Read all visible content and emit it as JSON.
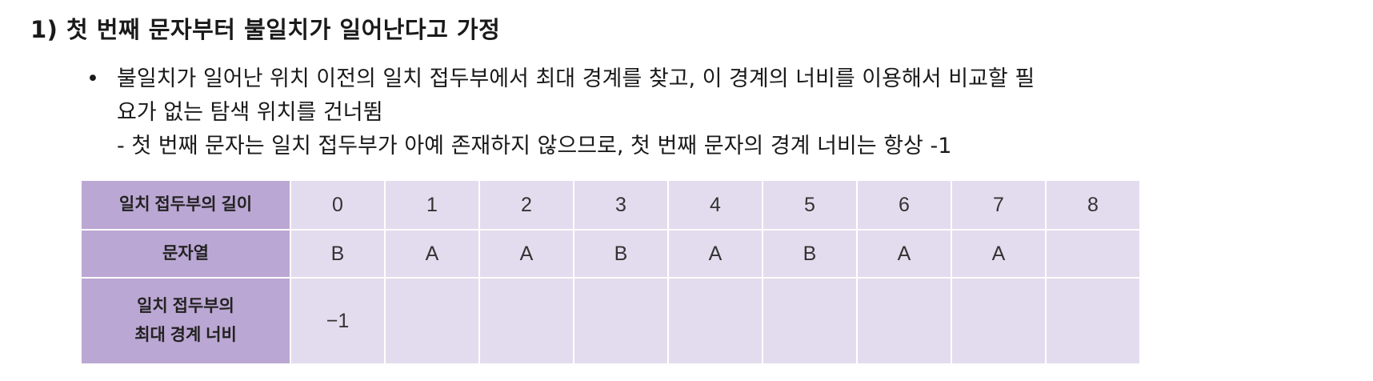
{
  "heading": "1)  첫 번째 문자부터 불일치가 일어난다고 가정",
  "bullet": {
    "marker": "•",
    "line1": "불일치가 일어난 위치 이전의 일치 접두부에서 최대 경계를 찾고, 이 경계의 너비를 이용해서 비교할 필",
    "line2": "요가 없는 탐색 위치를 건너뜀",
    "sub": "- 첫 번째 문자는 일치 접두부가 아예 존재하지 않으므로, 첫 번째 문자의 경계 너비는 항상 -1"
  },
  "table": {
    "row1_header": "일치 접두부의 길이",
    "row1": [
      "0",
      "1",
      "2",
      "3",
      "4",
      "5",
      "6",
      "7",
      "8"
    ],
    "row2_header": "문자열",
    "row2": [
      "B",
      "A",
      "A",
      "B",
      "A",
      "B",
      "A",
      "A",
      ""
    ],
    "row3_header_line1": "일치 접두부의",
    "row3_header_line2": "최대 경계 너비",
    "row3": [
      "−1",
      "",
      "",
      "",
      "",
      "",
      "",
      "",
      ""
    ]
  }
}
